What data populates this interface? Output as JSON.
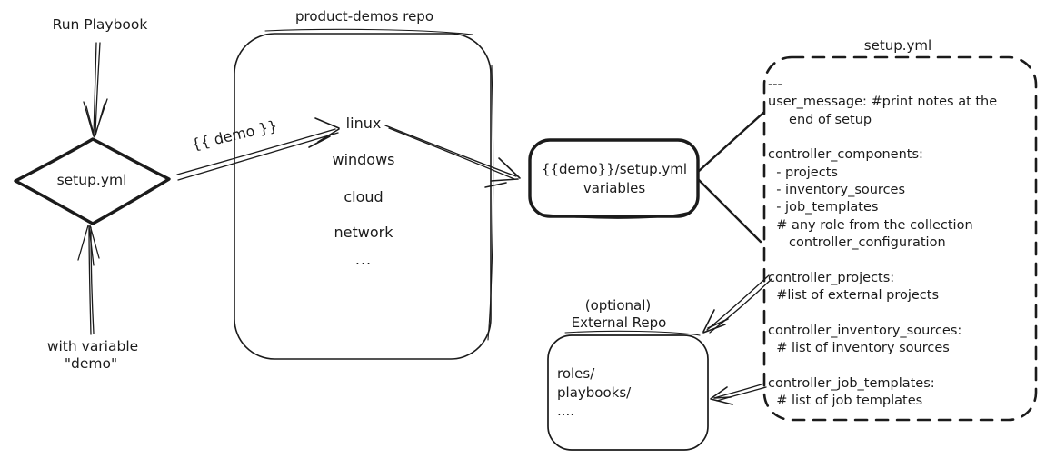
{
  "colors": {
    "ink": "#1b1b1b",
    "background": "#ffffff"
  },
  "labels": {
    "run_playbook": "Run Playbook",
    "with_variable_line1": "with variable",
    "with_variable_line2": "\"demo\"",
    "demo_arrow": "{{ demo }}"
  },
  "diamond": {
    "label": "setup.yml"
  },
  "repo": {
    "title": "product-demos repo",
    "items": [
      "linux",
      "windows",
      "cloud",
      "network",
      "..."
    ]
  },
  "variables_box": {
    "line1": "{{demo}}/setup.yml",
    "line2": "variables"
  },
  "setup_yml": {
    "title": "setup.yml",
    "lines": [
      "---",
      "user_message: #print notes at the",
      "     end of setup",
      "",
      "controller_components:",
      "  - projects",
      "  - inventory_sources",
      "  - job_templates",
      "  # any role from the collection",
      "     controller_configuration",
      "",
      "controller_projects:",
      "  #list of external projects",
      "",
      "controller_inventory_sources:",
      "  # list of inventory sources",
      "",
      "controller_job_templates:",
      "  # list of job templates"
    ]
  },
  "external_repo": {
    "title_line1": "(optional)",
    "title_line2": "External Repo",
    "items": [
      "roles/",
      "playbooks/",
      "...."
    ]
  }
}
